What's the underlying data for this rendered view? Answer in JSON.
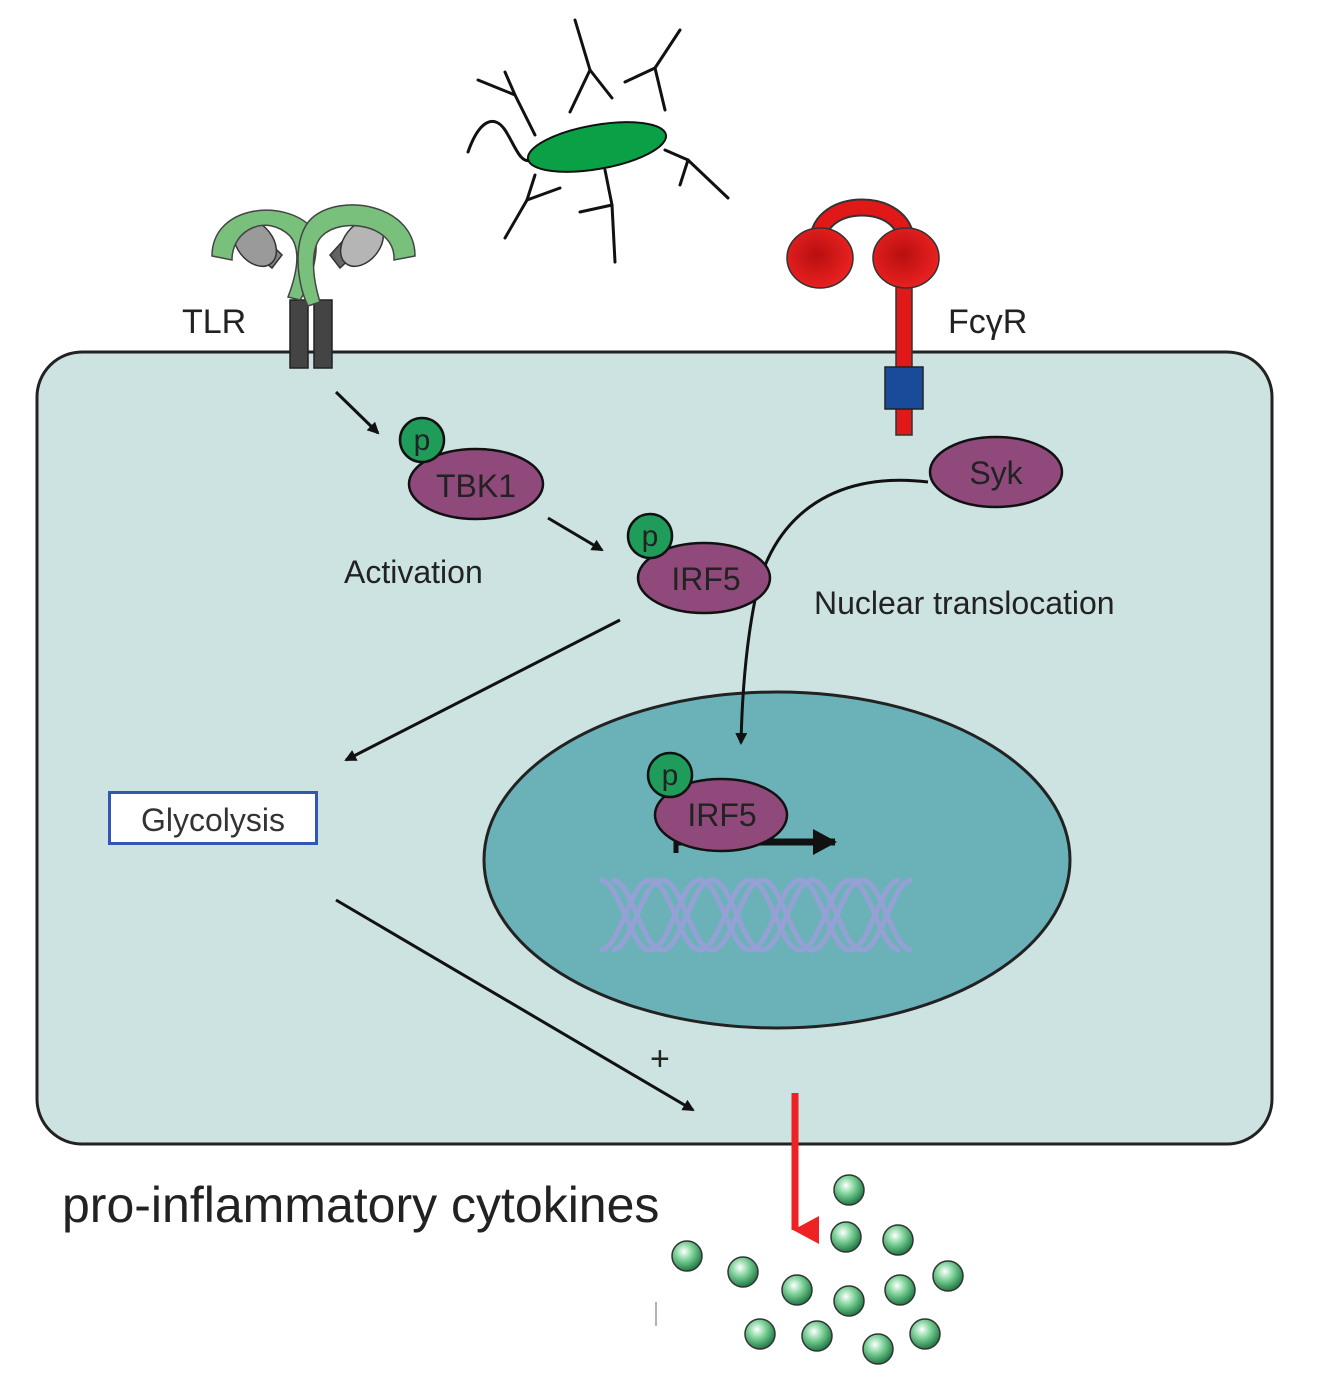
{
  "labels": {
    "tlr": "TLR",
    "fcgr": "FcγR",
    "tbk1": "TBK1",
    "irf5_cyto": "IRF5",
    "irf5_nuc": "IRF5",
    "syk": "Syk",
    "p1": "p",
    "p2": "p",
    "p3": "p",
    "activation": "Activation",
    "nuclear_translocation": "Nuclear translocation",
    "glycolysis": "Glycolysis",
    "plus": "+",
    "cytokines": "pro-inflammatory cytokines"
  },
  "colors": {
    "cell_fill": "#cce3e1",
    "nucleus_fill": "#6bb1b8",
    "protein": "#8f4a7b",
    "phospho": "#1f9c5a",
    "tlr_green": "#79c07c",
    "fcgr_red": "#e01818",
    "fcgr_blue": "#1a4a9a",
    "pathogen_green": "#0aa046",
    "cytokine_green": "#2a8f4f",
    "glycolysis_border": "#2f57b3",
    "secretion_arrow": "#ee2222",
    "dna": "#9aa0d8"
  },
  "icons": [
    "pathogen-icon",
    "tlr-receptor-icon",
    "fcgr-receptor-icon",
    "dna-helix-icon",
    "cytokine-particle-icon"
  ]
}
